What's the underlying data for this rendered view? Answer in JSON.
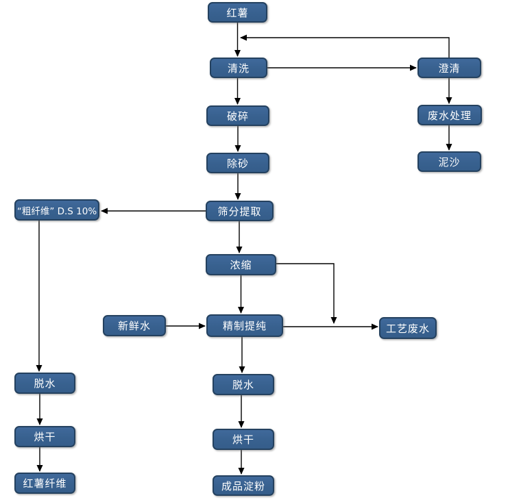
{
  "diagram": {
    "type": "flowchart",
    "language": "zh-CN",
    "background": "#ffffff",
    "colors": {
      "node_fill": "#38618f",
      "node_border": "#24415f",
      "node_text": "#ffffff",
      "arrow": "#000000"
    },
    "nodes": [
      {
        "id": "hongshu",
        "label": "红薯"
      },
      {
        "id": "qingxi",
        "label": "清洗"
      },
      {
        "id": "chengqing",
        "label": "澄清"
      },
      {
        "id": "posui",
        "label": "破碎"
      },
      {
        "id": "feishui-chuli",
        "label": "废水处理"
      },
      {
        "id": "chusha",
        "label": "除砂"
      },
      {
        "id": "nisha",
        "label": "泥沙"
      },
      {
        "id": "cu-xianwei",
        "label": "“粗纤维” D.S 10%"
      },
      {
        "id": "shaifen-tiqu",
        "label": "筛分提取"
      },
      {
        "id": "nongsuo",
        "label": "浓缩"
      },
      {
        "id": "xinxian-shui",
        "label": "新鲜水"
      },
      {
        "id": "jingzhi-tichun",
        "label": "精制提纯"
      },
      {
        "id": "gongyi-feishui",
        "label": "工艺废水"
      },
      {
        "id": "tuoshui-left",
        "label": "脱水"
      },
      {
        "id": "honggan-left",
        "label": "烘干"
      },
      {
        "id": "hongshu-xianwei",
        "label": "红薯纤维"
      },
      {
        "id": "tuoshui-center",
        "label": "脱水"
      },
      {
        "id": "honggan-center",
        "label": "烘干"
      },
      {
        "id": "chengpin-dianfen",
        "label": "成品淀粉"
      }
    ],
    "edges": [
      {
        "from": "hongshu",
        "to": "qingxi"
      },
      {
        "from": "chengqing",
        "to": "qingxi",
        "note": "recycle return line"
      },
      {
        "from": "qingxi",
        "to": "chengqing"
      },
      {
        "from": "qingxi",
        "to": "posui"
      },
      {
        "from": "chengqing",
        "to": "feishui-chuli"
      },
      {
        "from": "feishui-chuli",
        "to": "nisha"
      },
      {
        "from": "posui",
        "to": "chusha"
      },
      {
        "from": "chusha",
        "to": "shaifen-tiqu"
      },
      {
        "from": "shaifen-tiqu",
        "to": "cu-xianwei"
      },
      {
        "from": "shaifen-tiqu",
        "to": "nongsuo"
      },
      {
        "from": "nongsuo",
        "to": "jingzhi-tichun"
      },
      {
        "from": "nongsuo",
        "to": "gongyi-feishui",
        "note": "branch joins line below"
      },
      {
        "from": "xinxian-shui",
        "to": "jingzhi-tichun"
      },
      {
        "from": "jingzhi-tichun",
        "to": "gongyi-feishui"
      },
      {
        "from": "jingzhi-tichun",
        "to": "tuoshui-center"
      },
      {
        "from": "tuoshui-center",
        "to": "honggan-center"
      },
      {
        "from": "honggan-center",
        "to": "chengpin-dianfen"
      },
      {
        "from": "cu-xianwei",
        "to": "tuoshui-left"
      },
      {
        "from": "tuoshui-left",
        "to": "honggan-left"
      },
      {
        "from": "honggan-left",
        "to": "hongshu-xianwei"
      }
    ]
  }
}
